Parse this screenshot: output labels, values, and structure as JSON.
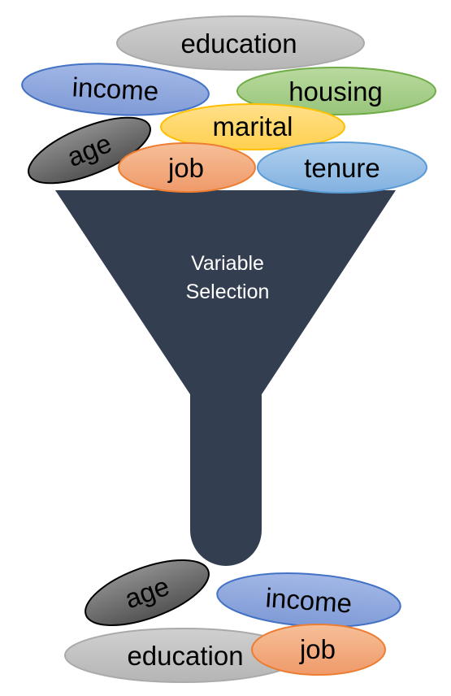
{
  "funnel": {
    "line1": "Variable",
    "line2": "Selection",
    "fill": "#333f50"
  },
  "inputs": {
    "education": "education",
    "income": "income",
    "housing": "housing",
    "marital": "marital",
    "age": "age",
    "job": "job",
    "tenure": "tenure"
  },
  "outputs": {
    "age": "age",
    "income": "income",
    "education": "education",
    "job": "job"
  },
  "colors": {
    "gray": "#bfbfbf",
    "blue": "#8fa9dc",
    "green": "#a9d18e",
    "yellow": "#ffd966",
    "dark": "#7f7f7f",
    "orange": "#f4b183",
    "lightblue": "#9dc3e6"
  }
}
